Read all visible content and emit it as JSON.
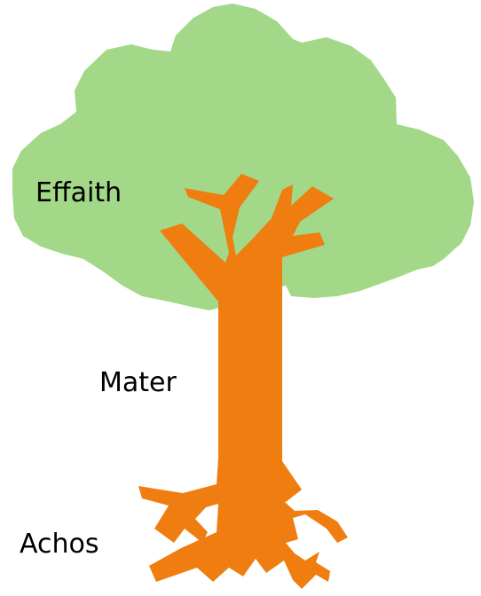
{
  "diagram": {
    "type": "problem-tree",
    "labels": {
      "crown": "Effaith",
      "trunk": "Mater",
      "roots": "Achos"
    },
    "colors": {
      "crown": "#a2d887",
      "trunk": "#ef7d0f",
      "text": "#000000",
      "background": "#ffffff"
    },
    "icons": {
      "crown": "tree-crown-shape",
      "trunk": "tree-trunk-shape",
      "roots": "tree-roots-shape"
    }
  }
}
